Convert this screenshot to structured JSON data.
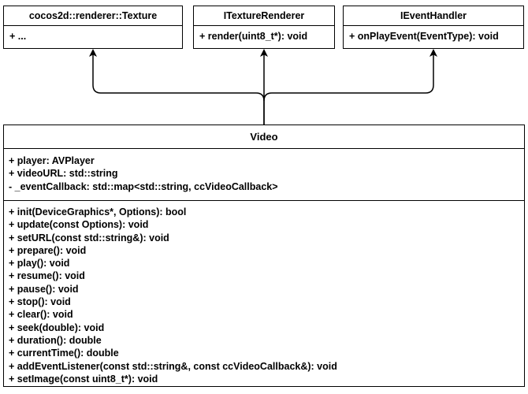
{
  "classes": {
    "texture": {
      "name": "cocos2d::renderer::Texture",
      "members": [
        "+ ..."
      ]
    },
    "texture_renderer": {
      "name": "ITextureRenderer",
      "members": [
        "+ render(uint8_t*): void"
      ]
    },
    "event_handler": {
      "name": "IEventHandler",
      "members": [
        "+ onPlayEvent(EventType): void"
      ]
    }
  },
  "video": {
    "name": "Video",
    "attributes": [
      "+ player: AVPlayer",
      "+ videoURL: std::string",
      "- _eventCallback: std::map<std::string, ccVideoCallback>"
    ],
    "methods": [
      "+ init(DeviceGraphics*, Options): bool",
      "+ update(const Options): void",
      "+ setURL(const std::string&): void",
      "+ prepare(): void",
      "+ play(): void",
      "+ resume(): void",
      "+ pause(): void",
      "+ stop(): void",
      "+ clear(): void",
      "+ seek(double): void",
      "+ duration(): double",
      "+ currentTime(): double",
      "+ addEventListener(const std::string&, const ccVideoCallback&): void",
      "+ setImage(const uint8_t*): void"
    ]
  }
}
